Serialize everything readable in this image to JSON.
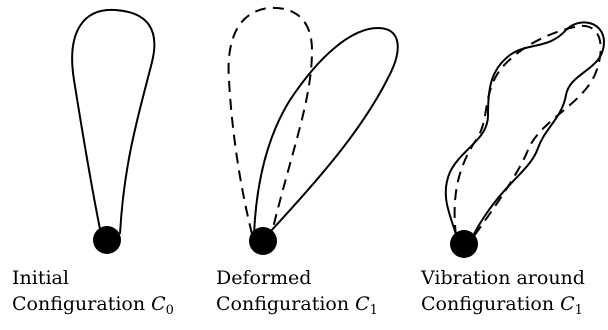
{
  "panels": [
    {
      "line1": "Initial",
      "line2_prefix": "Configuration ",
      "symbol": "C",
      "subscript": "0"
    },
    {
      "line1": "Deformed",
      "line2_prefix": "Configuration ",
      "symbol": "C",
      "subscript": "1"
    },
    {
      "line1": "Vibration around",
      "line2_prefix": "Configuration ",
      "symbol": "C",
      "subscript": "1"
    }
  ],
  "colors": {
    "stroke": "#000000",
    "node": "#000000",
    "background": "#ffffff"
  }
}
